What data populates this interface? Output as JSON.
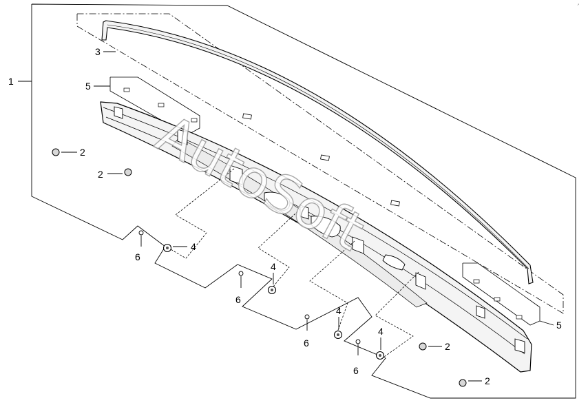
{
  "callouts": {
    "c1": "1",
    "c2a": "2",
    "c2b": "2",
    "c2c": "2",
    "c2d": "2",
    "c3": "3",
    "c4a": "4",
    "c4b": "4",
    "c4c": "4",
    "c4d": "4",
    "c5a": "5",
    "c5b": "5",
    "c6a": "6",
    "c6b": "6",
    "c6c": "6",
    "c6d": "6"
  },
  "watermark": "AutoSoft",
  "corner_mark": "↗",
  "colors": {
    "line": "#000000",
    "dash": "#000000",
    "part_fill": "#f4f4f4",
    "watermark_stroke": "#9a9a9a"
  }
}
